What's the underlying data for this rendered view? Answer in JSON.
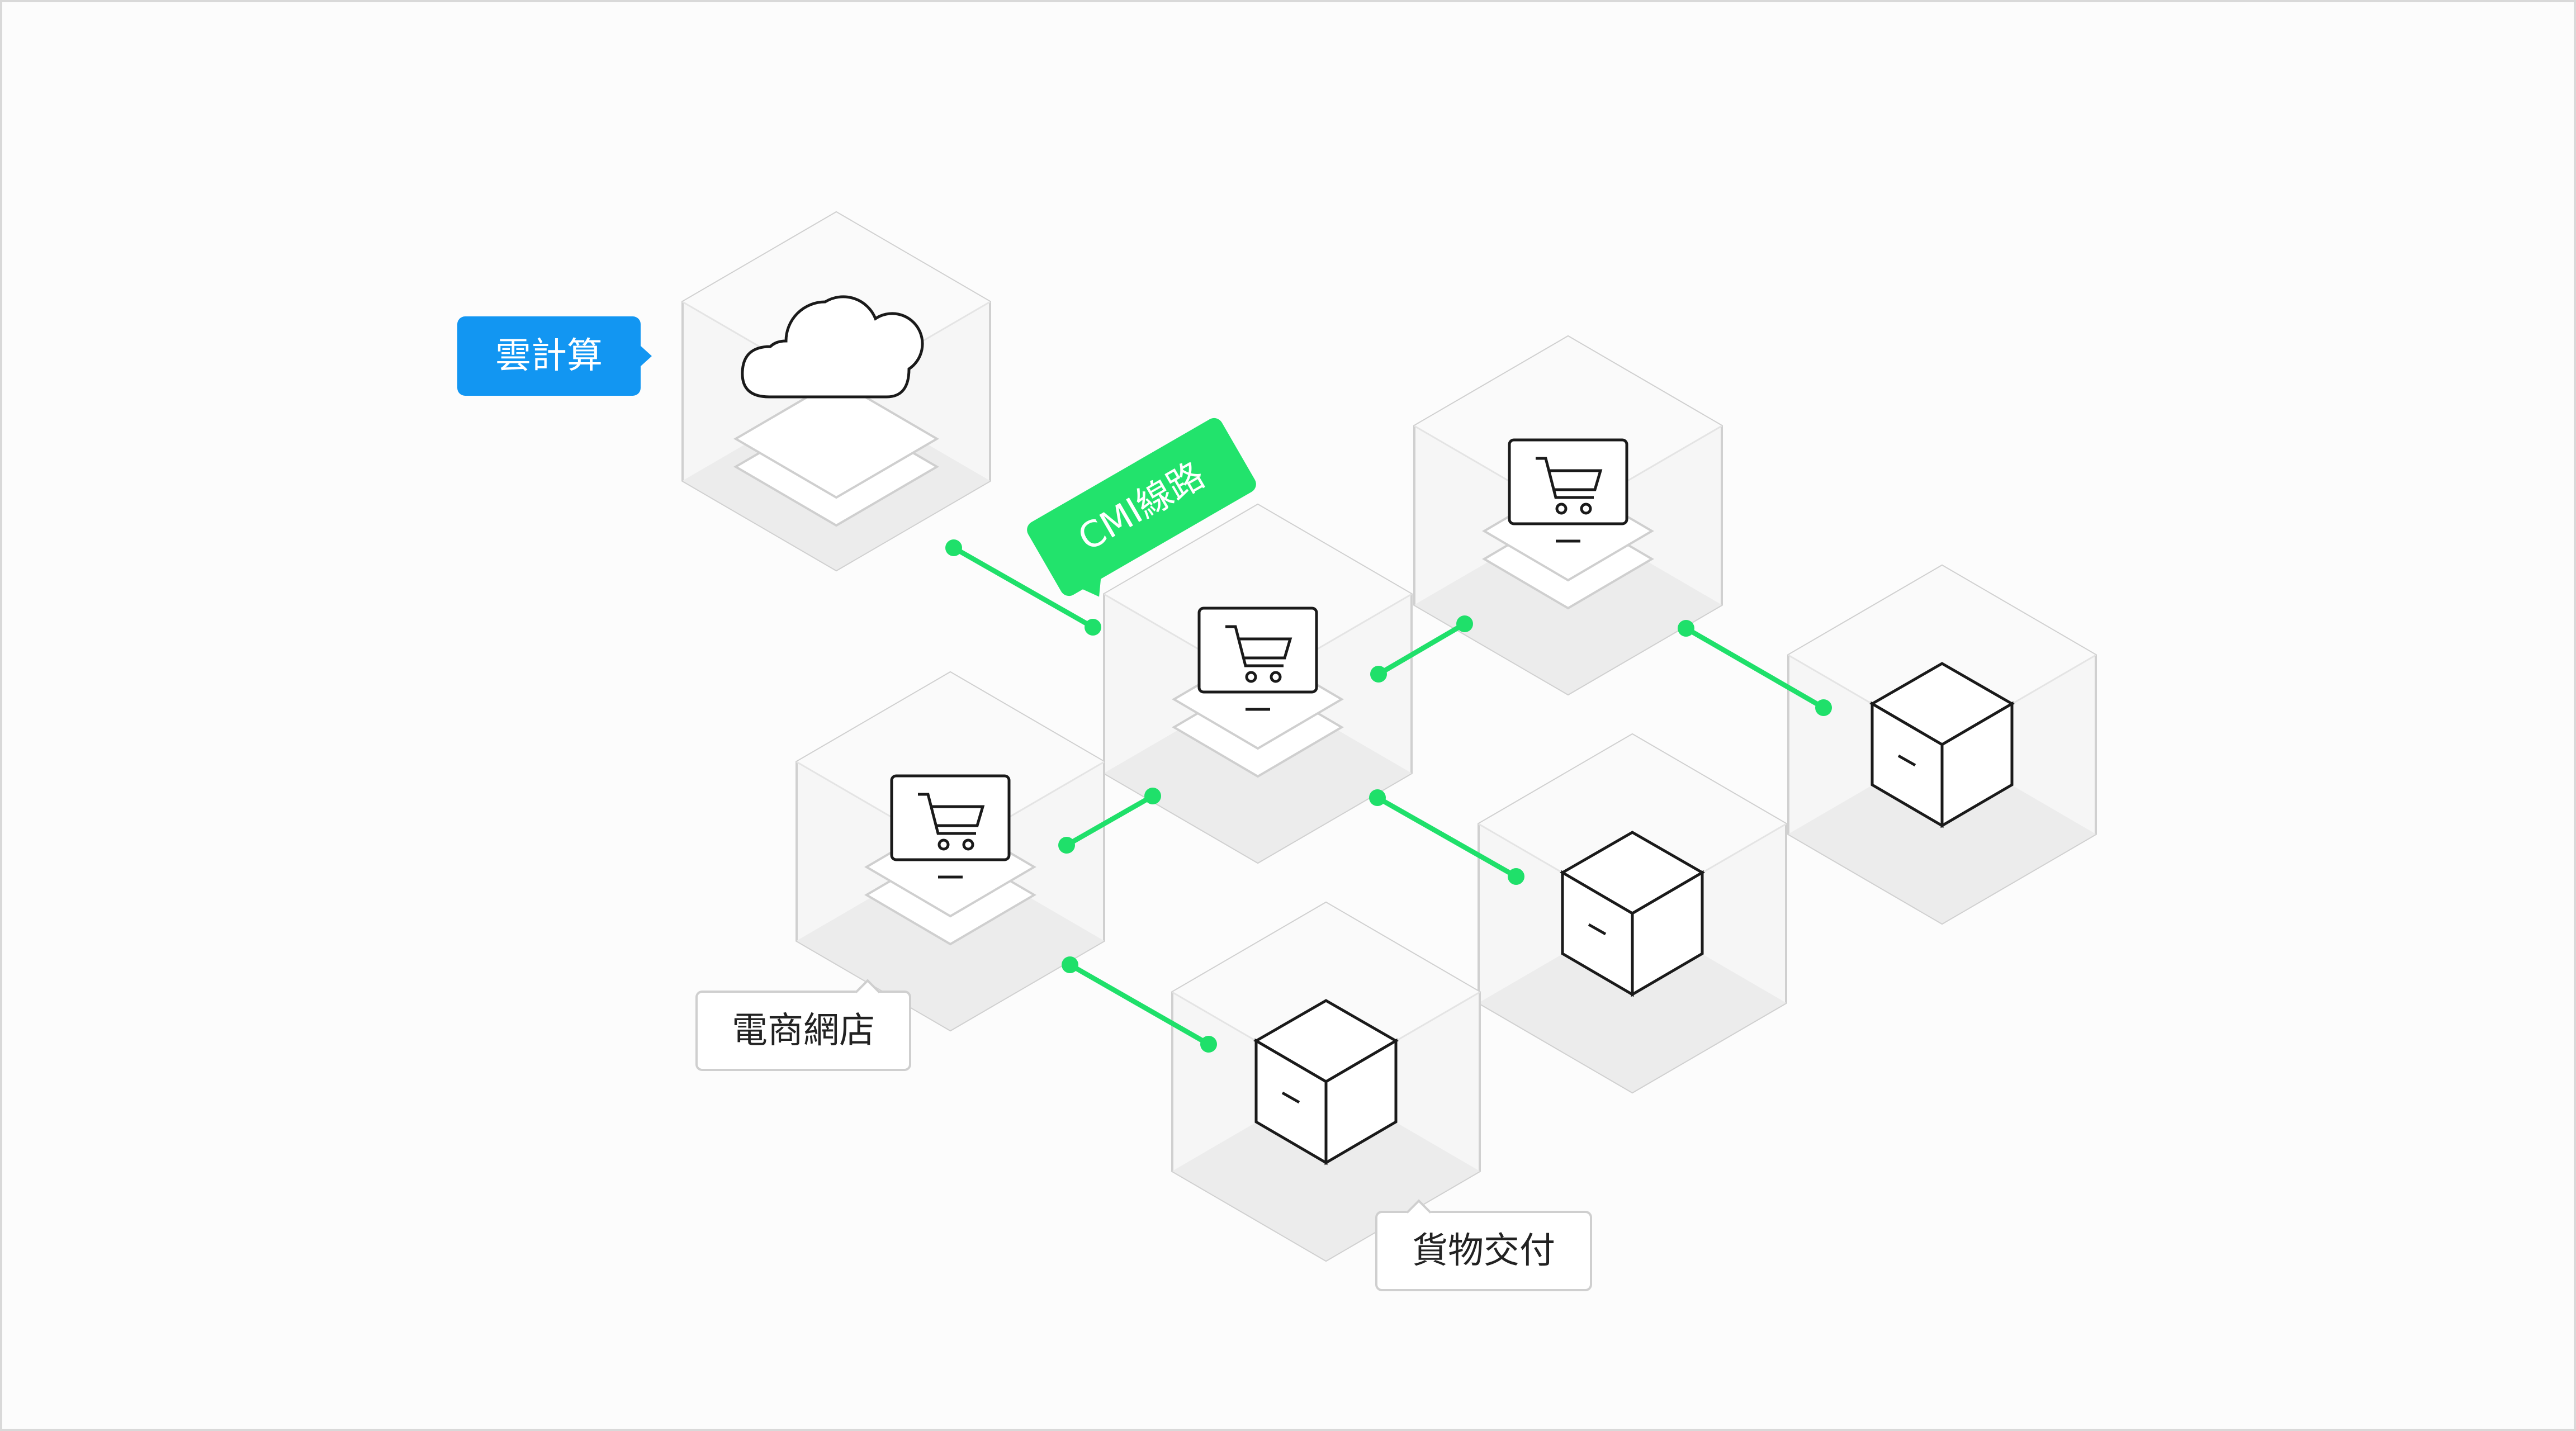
{
  "labels": {
    "cloud": "雲計算",
    "line": "CMI線路",
    "store": "電商網店",
    "goods": "貨物交付"
  },
  "nodes": [
    {
      "id": "cloud",
      "icon": "cloud-icon"
    },
    {
      "id": "store-center",
      "icon": "shopping-cart-monitor-icon"
    },
    {
      "id": "store-top",
      "icon": "shopping-cart-monitor-icon"
    },
    {
      "id": "store-left",
      "icon": "shopping-cart-monitor-icon"
    },
    {
      "id": "package-right",
      "icon": "package-box-icon"
    },
    {
      "id": "package-mid",
      "icon": "package-box-icon"
    },
    {
      "id": "package-bottom",
      "icon": "package-box-icon"
    }
  ],
  "colors": {
    "accent_blue": "#1296f2",
    "accent_green": "#22e36c",
    "line_green": "#1fe06a",
    "cube_stroke": "#d0d0d0",
    "icon_stroke": "#1a1a1a"
  }
}
